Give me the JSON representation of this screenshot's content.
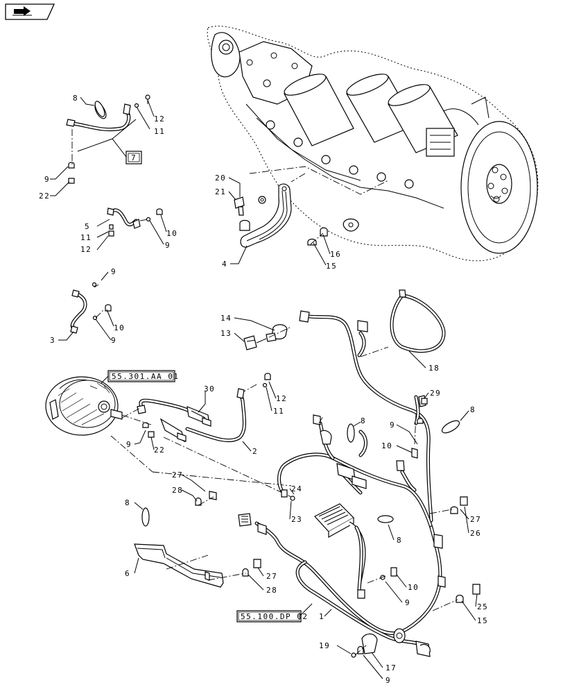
{
  "nav_icon": "forward-arrow-icon",
  "references": {
    "box_7": "7",
    "alternator_ref": "55.301.AA 01",
    "harness_ref": "55.100.DP 02"
  },
  "callouts": [
    {
      "id": "c8a",
      "text": "8"
    },
    {
      "id": "c12a",
      "text": "12"
    },
    {
      "id": "c11a",
      "text": "11"
    },
    {
      "id": "c9a",
      "text": "9"
    },
    {
      "id": "c22a",
      "text": "22"
    },
    {
      "id": "c5",
      "text": "5"
    },
    {
      "id": "c11b",
      "text": "11"
    },
    {
      "id": "c12b",
      "text": "12"
    },
    {
      "id": "c10a",
      "text": "10"
    },
    {
      "id": "c9b",
      "text": "9"
    },
    {
      "id": "c20",
      "text": "20"
    },
    {
      "id": "c21",
      "text": "21"
    },
    {
      "id": "c4",
      "text": "4"
    },
    {
      "id": "c16",
      "text": "16"
    },
    {
      "id": "c15a",
      "text": "15"
    },
    {
      "id": "c9c",
      "text": "9"
    },
    {
      "id": "c10b",
      "text": "10"
    },
    {
      "id": "c9d",
      "text": "9"
    },
    {
      "id": "c3",
      "text": "3"
    },
    {
      "id": "c14",
      "text": "14"
    },
    {
      "id": "c13",
      "text": "13"
    },
    {
      "id": "c18",
      "text": "18"
    },
    {
      "id": "c30",
      "text": "30"
    },
    {
      "id": "c12c",
      "text": "12"
    },
    {
      "id": "c11c",
      "text": "11"
    },
    {
      "id": "c29",
      "text": "29"
    },
    {
      "id": "c8b",
      "text": "8"
    },
    {
      "id": "c8c",
      "text": "8"
    },
    {
      "id": "c9e",
      "text": "9"
    },
    {
      "id": "c10c",
      "text": "10"
    },
    {
      "id": "c9f",
      "text": "9"
    },
    {
      "id": "c22b",
      "text": "22"
    },
    {
      "id": "c2",
      "text": "2"
    },
    {
      "id": "c27a",
      "text": "27"
    },
    {
      "id": "c28a",
      "text": "28"
    },
    {
      "id": "c24",
      "text": "24"
    },
    {
      "id": "c23",
      "text": "23"
    },
    {
      "id": "c27b",
      "text": "27"
    },
    {
      "id": "c26",
      "text": "26"
    },
    {
      "id": "c8d",
      "text": "8"
    },
    {
      "id": "c8e",
      "text": "8"
    },
    {
      "id": "c6",
      "text": "6"
    },
    {
      "id": "c27c",
      "text": "27"
    },
    {
      "id": "c28b",
      "text": "28"
    },
    {
      "id": "c10d",
      "text": "10"
    },
    {
      "id": "c9g",
      "text": "9"
    },
    {
      "id": "c1",
      "text": "1"
    },
    {
      "id": "c25",
      "text": "25"
    },
    {
      "id": "c15b",
      "text": "15"
    },
    {
      "id": "c19",
      "text": "19"
    },
    {
      "id": "c17",
      "text": "17"
    },
    {
      "id": "c9h",
      "text": "9"
    }
  ]
}
